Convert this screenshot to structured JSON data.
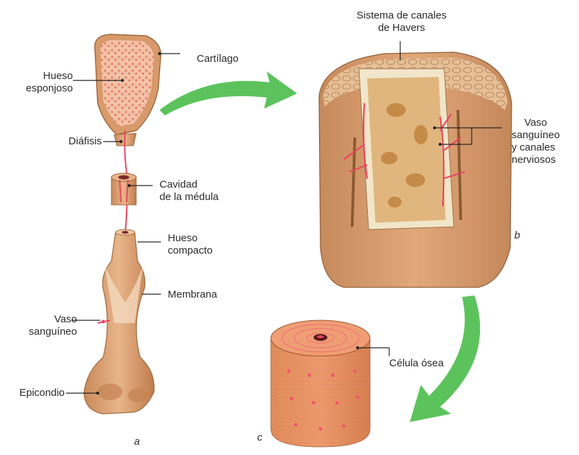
{
  "labels": {
    "havers_line1": "Sistema de canales",
    "havers_line2": "de Havers",
    "cartilago": "Cartílago",
    "hueso_esponjoso_1": "Hueso",
    "hueso_esponjoso_2": "esponjoso",
    "diafisis": "Diáfisis",
    "cavidad_1": "Cavidad",
    "cavidad_2": "de la médula",
    "hueso_compacto_1": "Hueso",
    "hueso_compacto_2": "compacto",
    "membrana": "Membrana",
    "vaso_1": "Vaso",
    "vaso_2": "sanguíneo",
    "epicondio": "Epicondio",
    "vaso_canales_1": "Vaso",
    "vaso_canales_2": "sanguíneo",
    "vaso_canales_3": "y canales",
    "vaso_canales_4": "nerviosos",
    "celula_osea": "Célula ósea",
    "panel_a": "a",
    "panel_b": "b",
    "panel_c": "c"
  },
  "colors": {
    "bone": "#d9a070",
    "bone_dark": "#b97a4c",
    "bone_light": "#f0c9a4",
    "vessel": "#e8455f",
    "arrow": "#5cc35c",
    "line": "#222222"
  }
}
